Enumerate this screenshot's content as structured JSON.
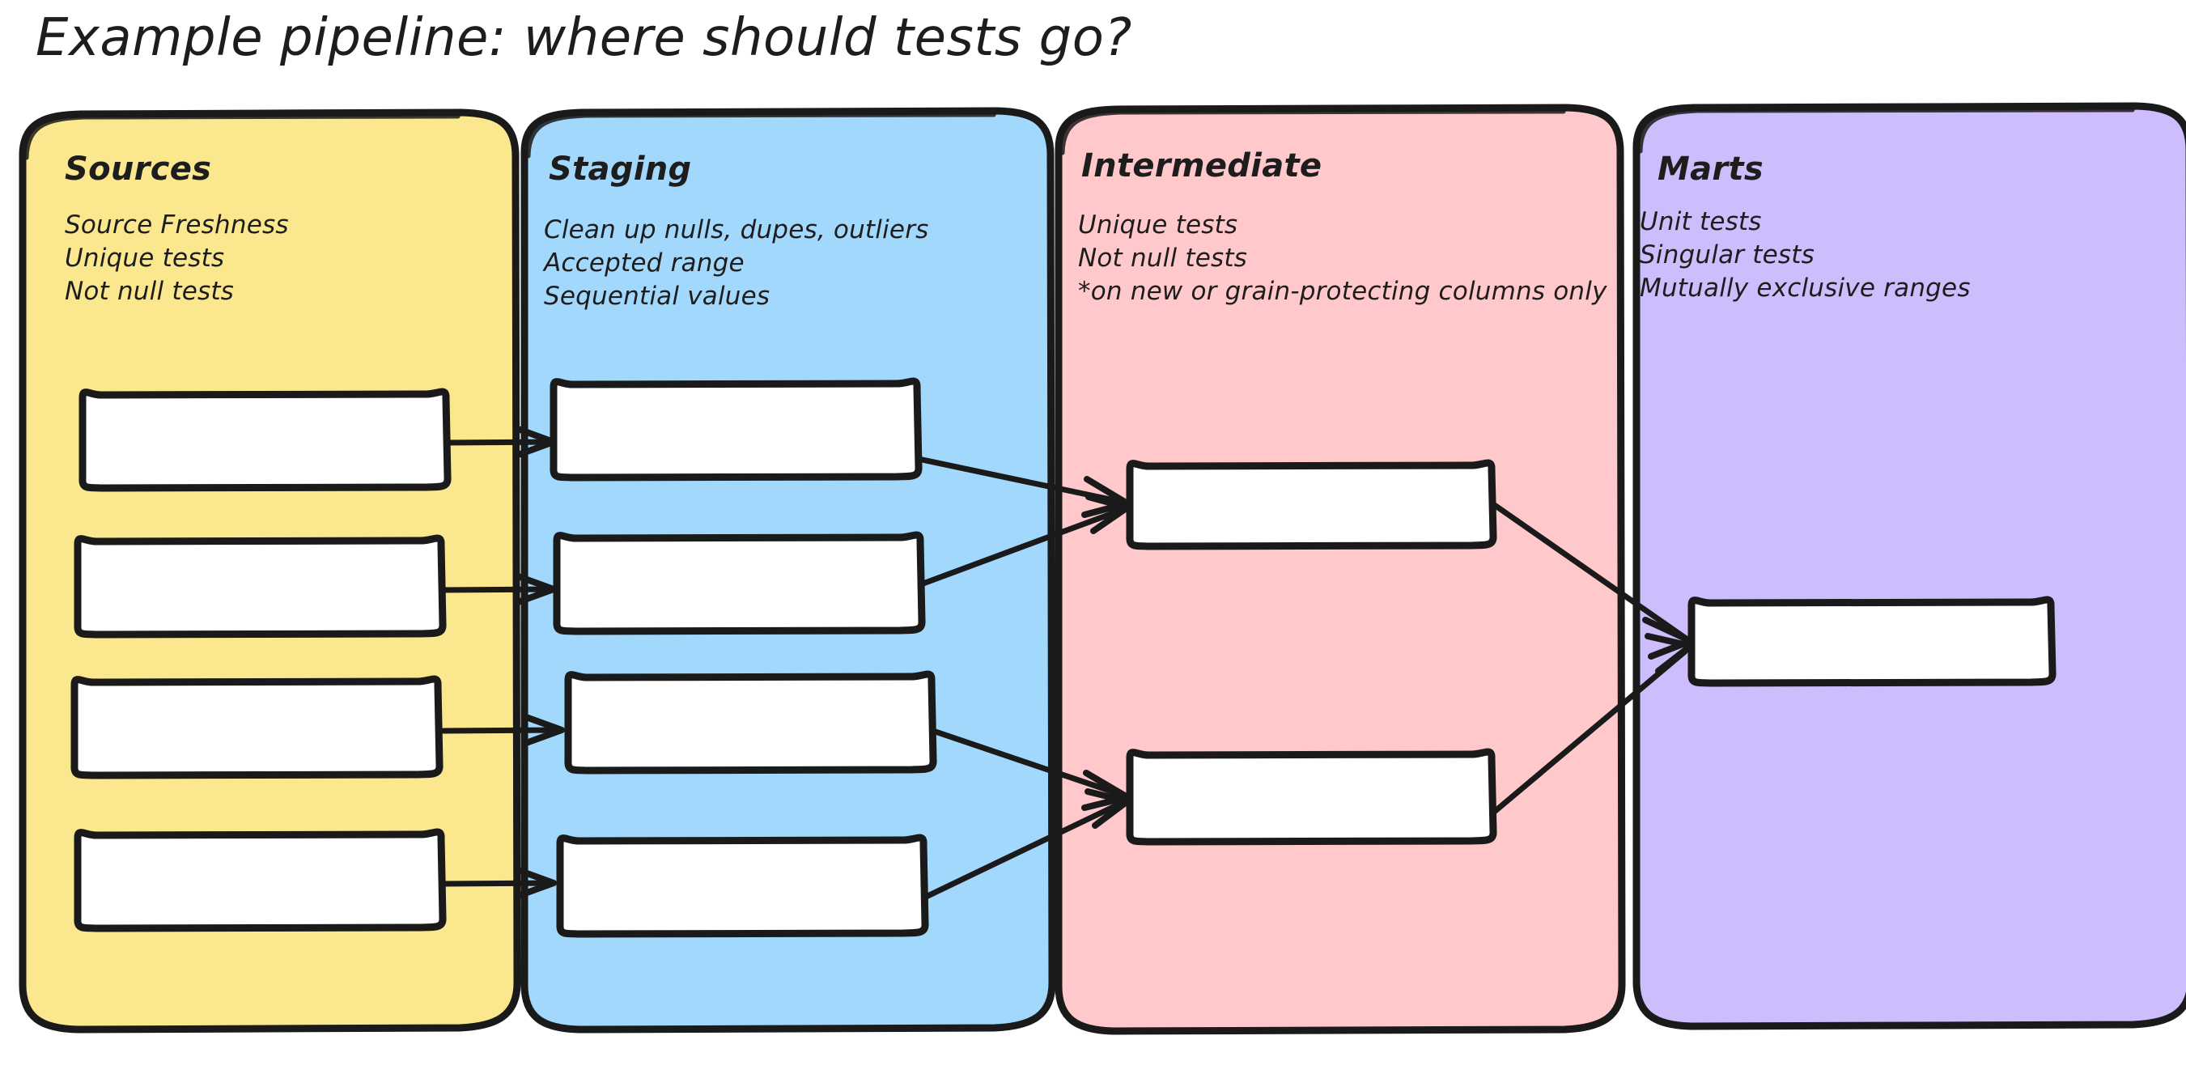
{
  "title": "Example pipeline: where should tests go?",
  "colors": {
    "background": "#ffffff",
    "ink": "#1d1d1d",
    "stroke": "#1a1a1a",
    "node_fill": "#ffffff",
    "sources": "#fae78e",
    "staging": "#a3d8fd",
    "intermediate": "#ffc8cb",
    "marts": "#cdbdfc"
  },
  "lanes": [
    {
      "id": "sources",
      "title": "Sources",
      "color": "#fae78e",
      "notes": [
        "Source Freshness",
        "Unique tests",
        "Not null tests"
      ],
      "node_count": 4
    },
    {
      "id": "staging",
      "title": "Staging",
      "color": "#a3d8fd",
      "notes": [
        "Clean up nulls, dupes, outliers",
        "Accepted range",
        "Sequential values"
      ],
      "node_count": 4
    },
    {
      "id": "intermediate",
      "title": "Intermediate",
      "color": "#ffc8cb",
      "notes": [
        "Unique tests",
        "Not null tests",
        "*on new or grain-protecting columns only"
      ],
      "node_count": 2
    },
    {
      "id": "marts",
      "title": "Marts",
      "color": "#cdbdfc",
      "notes": [
        "Unit tests",
        "Singular tests",
        "Mutually exclusive ranges"
      ],
      "node_count": 1
    }
  ],
  "nodes": [
    {
      "id": "src-1",
      "lane": "sources",
      "label": ""
    },
    {
      "id": "src-2",
      "lane": "sources",
      "label": ""
    },
    {
      "id": "src-3",
      "lane": "sources",
      "label": ""
    },
    {
      "id": "src-4",
      "lane": "sources",
      "label": ""
    },
    {
      "id": "stg-1",
      "lane": "staging",
      "label": ""
    },
    {
      "id": "stg-2",
      "lane": "staging",
      "label": ""
    },
    {
      "id": "stg-3",
      "lane": "staging",
      "label": ""
    },
    {
      "id": "stg-4",
      "lane": "staging",
      "label": ""
    },
    {
      "id": "int-1",
      "lane": "intermediate",
      "label": ""
    },
    {
      "id": "int-2",
      "lane": "intermediate",
      "label": ""
    },
    {
      "id": "mart-1",
      "lane": "marts",
      "label": ""
    }
  ],
  "edges": [
    {
      "from": "src-1",
      "to": "stg-1"
    },
    {
      "from": "src-2",
      "to": "stg-2"
    },
    {
      "from": "src-3",
      "to": "stg-3"
    },
    {
      "from": "src-4",
      "to": "stg-4"
    },
    {
      "from": "stg-1",
      "to": "int-1"
    },
    {
      "from": "stg-2",
      "to": "int-1"
    },
    {
      "from": "stg-3",
      "to": "int-2"
    },
    {
      "from": "stg-4",
      "to": "int-2"
    },
    {
      "from": "int-1",
      "to": "mart-1"
    },
    {
      "from": "int-2",
      "to": "mart-1"
    }
  ]
}
